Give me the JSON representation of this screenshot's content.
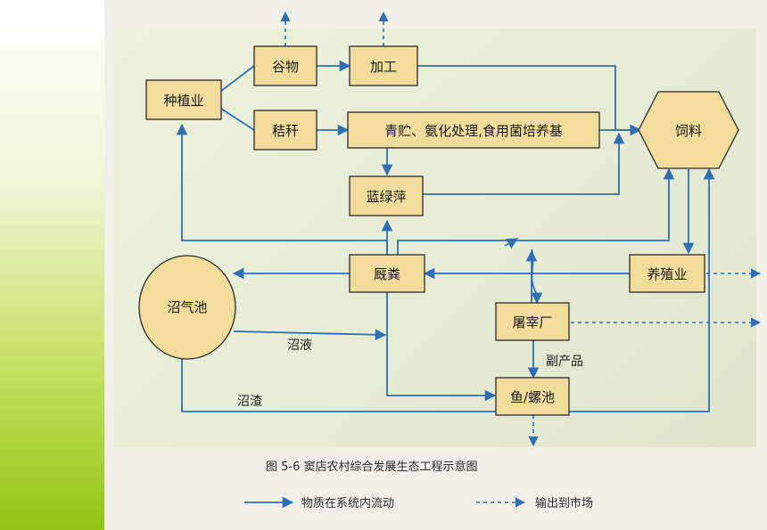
{
  "nodes": {
    "planting": "种植业",
    "grain": "谷物",
    "processing": "加工",
    "straw": "秸秆",
    "treatment": "青贮、氨化处理,食用菌培养基",
    "feed": "饲料",
    "azolla": "蓝绿萍",
    "biogas": "沼气池",
    "manure": "厩粪",
    "breeding": "养殖业",
    "slaughter": "屠宰厂",
    "fishpond": "鱼/螺池"
  },
  "edge_labels": {
    "biogas_liquid": "沼液",
    "biogas_residue": "沼渣",
    "byproduct": "副产品"
  },
  "caption": "图 5-6 窦店农村综合发展生态工程示意图",
  "legend": {
    "solid": "物质在系统内流动",
    "dashed": "输出到市场"
  },
  "colors": {
    "arrow": "#2f6fb6",
    "box_fill": "#f2dc9c",
    "box_stroke": "#2a2a2a",
    "accent": "#8fc21a"
  }
}
